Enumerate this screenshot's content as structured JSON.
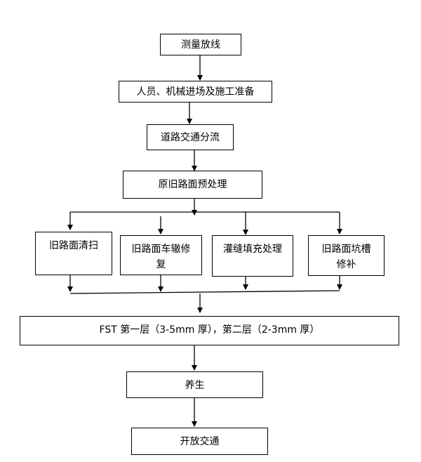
{
  "diagram": {
    "type": "flowchart",
    "steps": {
      "step1": "测量放线",
      "step2": "人员、机械进场及施工准备",
      "step3": "道路交通分流",
      "step4": "原旧路面预处理",
      "branch1": "旧路面清扫",
      "branch2_line1": "旧路面车辙修",
      "branch2_line2": "复",
      "branch3": "灌缝填充处理",
      "branch4_line1": "旧路面坑槽",
      "branch4_line2": "修补",
      "step5": "FST 第一层（3-5mm 厚），第二层（2-3mm 厚）",
      "step6": "养生",
      "step7": "开放交通"
    }
  }
}
